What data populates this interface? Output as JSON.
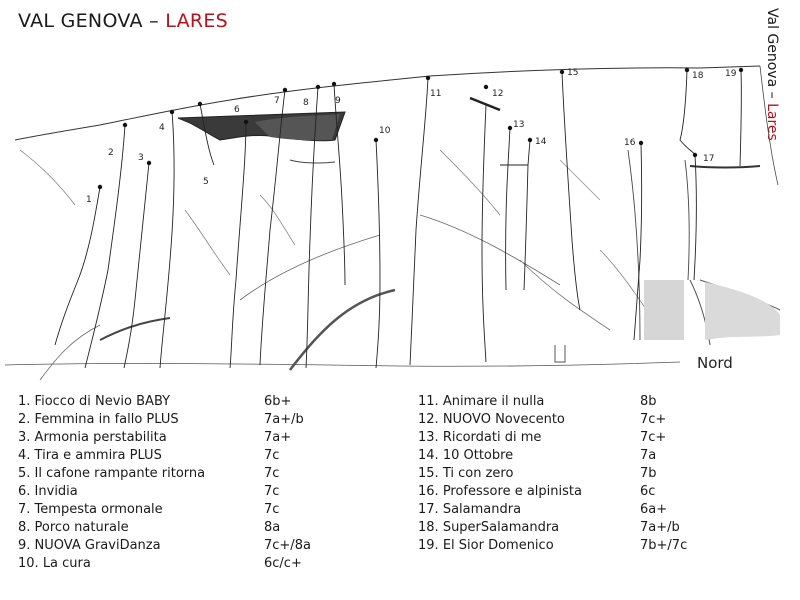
{
  "title": {
    "main": "VAL GENOVA",
    "separator": "–",
    "accent": "LARES",
    "accent_color": "#b3141b"
  },
  "side_title": {
    "main": "Val Genova",
    "separator": "–",
    "accent": "Lares"
  },
  "compass_label": "Nord",
  "routes": [
    {
      "num": "1",
      "prefix": "1. ",
      "name": "Fiocco di Nevio BABY",
      "grade": "6b+"
    },
    {
      "num": "2",
      "prefix": "2. ",
      "name": "Femmina in fallo PLUS",
      "grade": "7a+/b"
    },
    {
      "num": "3",
      "prefix": "3. ",
      "name": "Armonia perstabilita",
      "grade": "7a+"
    },
    {
      "num": "4",
      "prefix": "4. ",
      "name": "Tira e ammira PLUS",
      "grade": "7c"
    },
    {
      "num": "5",
      "prefix": "5. ",
      "name": "Il cafone rampante ritorna",
      "grade": "7c"
    },
    {
      "num": "6",
      "prefix": "6. ",
      "name": "Invidia",
      "grade": "7c"
    },
    {
      "num": "7",
      "prefix": "7. ",
      "name": "Tempesta ormonale",
      "grade": "7c"
    },
    {
      "num": "8",
      "prefix": "8. ",
      "name": "Porco naturale",
      "grade": "8a"
    },
    {
      "num": "9",
      "prefix": "9. ",
      "name": "NUOVA GraviDanza",
      "grade": "7c+/8a"
    },
    {
      "num": "10",
      "prefix": "10. ",
      "name": "La cura",
      "grade": "6c/c+"
    },
    {
      "num": "11",
      "prefix": "11. ",
      "name": "Animare il nulla",
      "grade": "8b"
    },
    {
      "num": "12",
      "prefix": "12. ",
      "name": "NUOVO Novecento",
      "grade": "7c+"
    },
    {
      "num": "13",
      "prefix": "13. ",
      "name": "Ricordati di me",
      "grade": "7c+"
    },
    {
      "num": "14",
      "prefix": "14. ",
      "name": "10 Ottobre",
      "grade": "7a"
    },
    {
      "num": "15",
      "prefix": "15. ",
      "name": "Ti con zero",
      "grade": "7b"
    },
    {
      "num": "16",
      "prefix": "16. ",
      "name": "Professore e alpinista",
      "grade": "6c"
    },
    {
      "num": "17",
      "prefix": "17. ",
      "name": "Salamandra",
      "grade": "6a+"
    },
    {
      "num": "18",
      "prefix": "18. ",
      "name": "SuperSalamandra",
      "grade": "7a+/b"
    },
    {
      "num": "19",
      "prefix": "19. ",
      "name": "El Sior Domenico",
      "grade": "7b+/7c"
    }
  ]
}
